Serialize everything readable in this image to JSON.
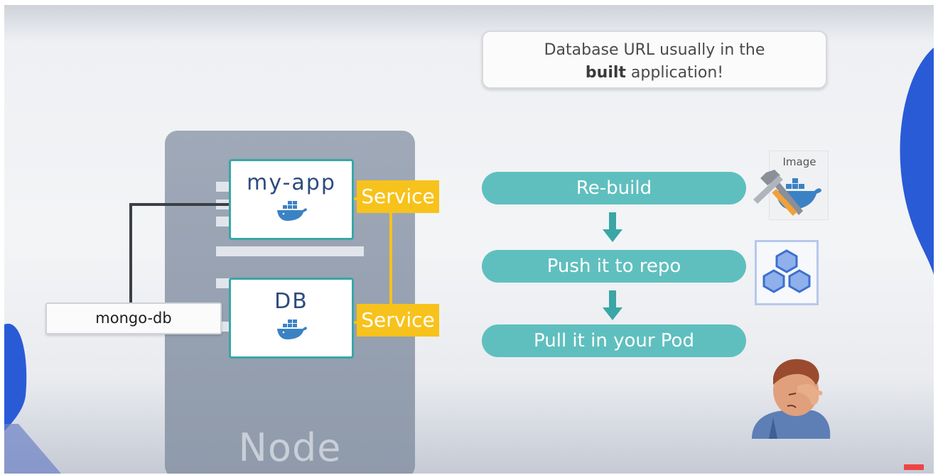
{
  "callout": {
    "line1": "Database URL usually in the",
    "line2_bold": "built",
    "line2_rest": " application!"
  },
  "node": {
    "label": "Node"
  },
  "pods": {
    "app": {
      "title": "my-app",
      "icon": "docker-whale-icon"
    },
    "db": {
      "title": "DB",
      "icon": "docker-whale-icon"
    }
  },
  "services": {
    "app_label": "Service",
    "db_label": "Service"
  },
  "external": {
    "label": "mongo-db"
  },
  "steps": [
    {
      "label": "Re-build"
    },
    {
      "label": "Push it to repo"
    },
    {
      "label": "Pull it in your Pod"
    }
  ],
  "image_card": {
    "label": "Image",
    "icon": "build-tools-docker-icon"
  },
  "repo_card": {
    "icon": "stacked-cubes-icon"
  },
  "character": {
    "icon": "frustrated-person-icon"
  },
  "colors": {
    "teal": "#5fbfbf",
    "service_yellow": "#f7c21b",
    "pod_border": "#3aa6a6",
    "node_gray": "#98a3b4",
    "accent_blue": "#2a5bd7"
  }
}
